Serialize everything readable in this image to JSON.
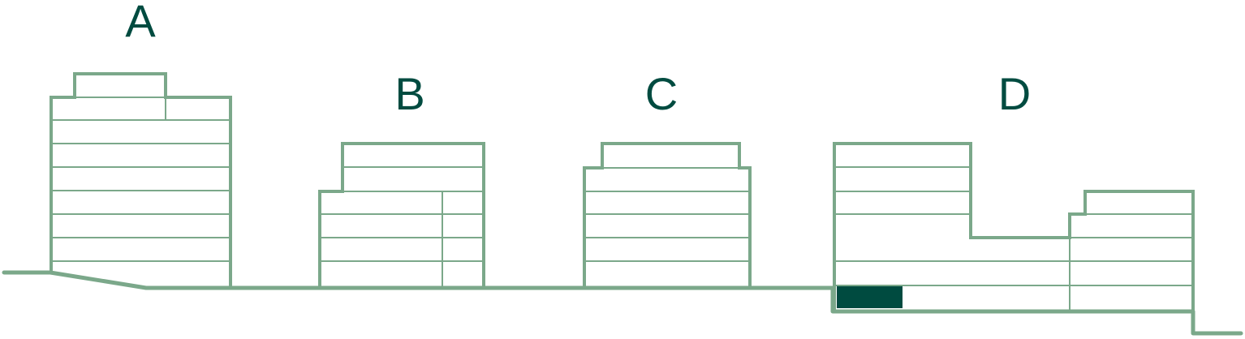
{
  "colors": {
    "outline": "#7ba88a",
    "highlight": "#004b40",
    "label": "#004b40",
    "background": "#ffffff"
  },
  "buildings": [
    {
      "label": "A"
    },
    {
      "label": "B"
    },
    {
      "label": "C"
    },
    {
      "label": "D"
    }
  ]
}
